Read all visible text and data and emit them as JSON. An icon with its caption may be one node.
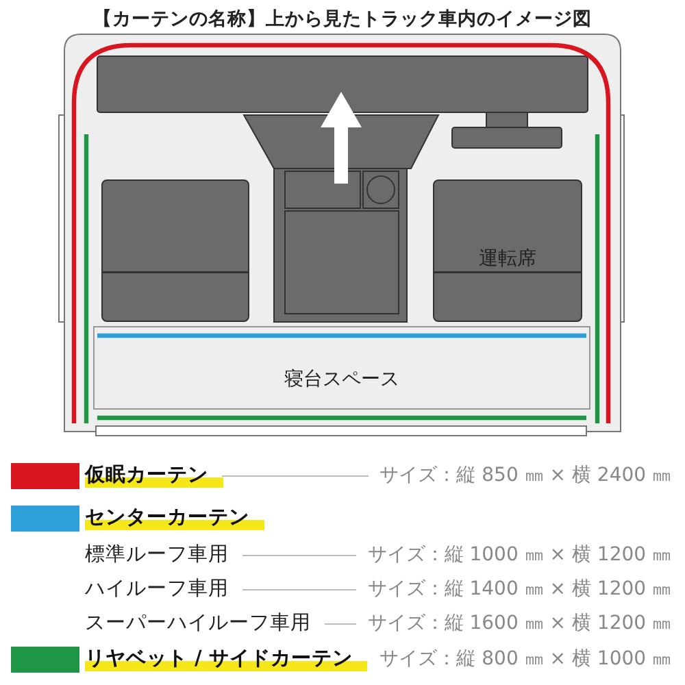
{
  "diagram": {
    "title": "【カーテンの名称】上から見たトラック車内のイメージ図",
    "nodes": [
      {
        "text": [],
        "shape": "box"
      },
      {
        "text": [
          "運転席"
        ]
      },
      {
        "text": [
          "寝台スペース"
        ]
      }
    ],
    "labels": [
      "サイズ：縦 850 ㎜ × 横 2400 ㎜",
      "標準ルーフ車用",
      "サイズ：縦 1000 ㎜ × 横 1200 ㎜",
      "ハイルーフ車用",
      "サイズ：縦 1400 ㎜ × 横 1200 ㎜",
      "スーパーハイルーフ車用",
      "サイズ：縦 1600 ㎜ × 横 1200 ㎜",
      "サイズ：縦 800 ㎜ × 横 1000 ㎜"
    ],
    "legend": [
      {
        "text": "仮眠カーテン",
        "color": "#d9161f"
      },
      {
        "text": "センターカーテン",
        "color": "#2d9fd9"
      },
      {
        "text": "リヤベット / サイドカーテン",
        "color": "#1e9645"
      }
    ]
  }
}
